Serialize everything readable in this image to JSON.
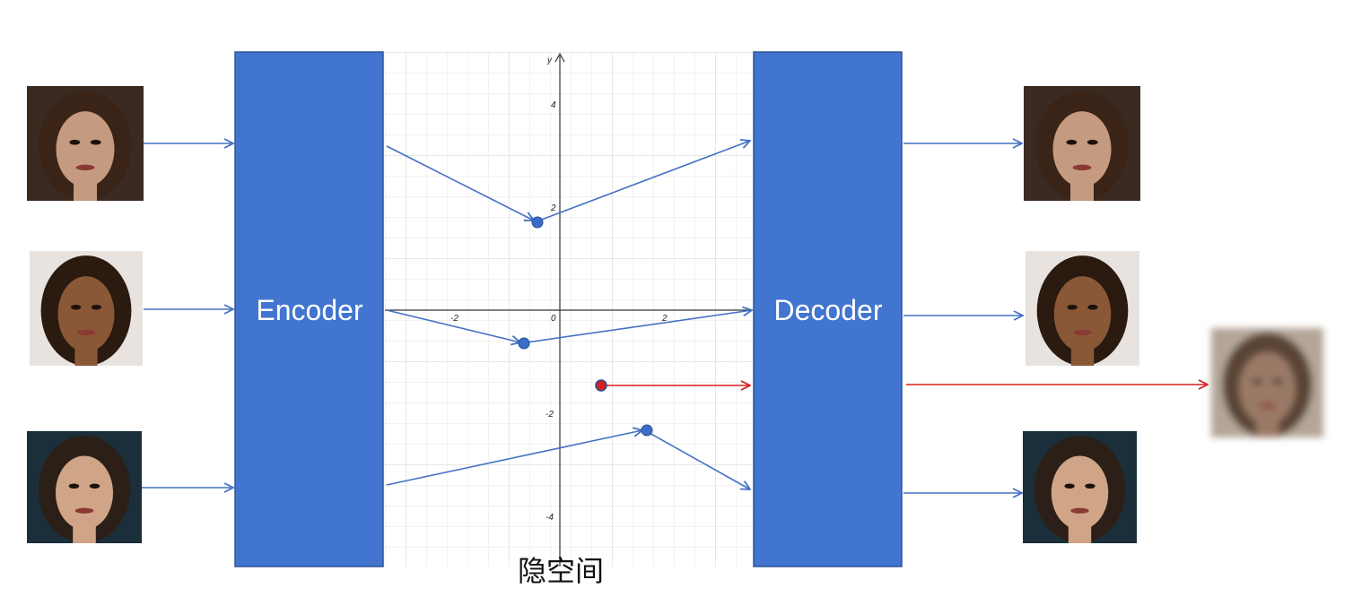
{
  "encoder": {
    "label": "Encoder",
    "color": "#4175cf"
  },
  "decoder": {
    "label": "Decoder",
    "color": "#4175cf"
  },
  "latent_space": {
    "caption": "隐空间",
    "axis_y_label": "y",
    "x_ticks": [
      "-2",
      "0",
      "2"
    ],
    "y_ticks": [
      "4",
      "2",
      "-2",
      "-4"
    ]
  },
  "colors": {
    "flow": "#4472c4",
    "anomaly": "#d62020",
    "anomaly_point_fill": "#d62020",
    "point_fill": "#3b6cc8"
  },
  "inputs": [
    {
      "name": "woman-brunette",
      "skin": "#c49a80",
      "hair": "#3a2418",
      "bg": "#3b2a22"
    },
    {
      "name": "woman-curly-hair",
      "skin": "#8a5836",
      "hair": "#2a1a10",
      "bg": "#e8e3de"
    },
    {
      "name": "man-short-hair",
      "skin": "#d0a487",
      "hair": "#2b1f18",
      "bg": "#1a2f3a"
    }
  ],
  "outputs": [
    {
      "name": "woman-brunette-reconstructed",
      "skin": "#c49a80",
      "hair": "#3a2418",
      "bg": "#3b2a22"
    },
    {
      "name": "woman-curly-hair-reconstructed",
      "skin": "#8a5836",
      "hair": "#2a1a10",
      "bg": "#e8e3de"
    },
    {
      "name": "blurry-garbage-output",
      "skin": "#9a7a66",
      "hair": "#5a4436",
      "bg": "#b3a597"
    },
    {
      "name": "man-short-hair-reconstructed",
      "skin": "#d0a487",
      "hair": "#2b1f18",
      "bg": "#1a2f3a"
    }
  ]
}
